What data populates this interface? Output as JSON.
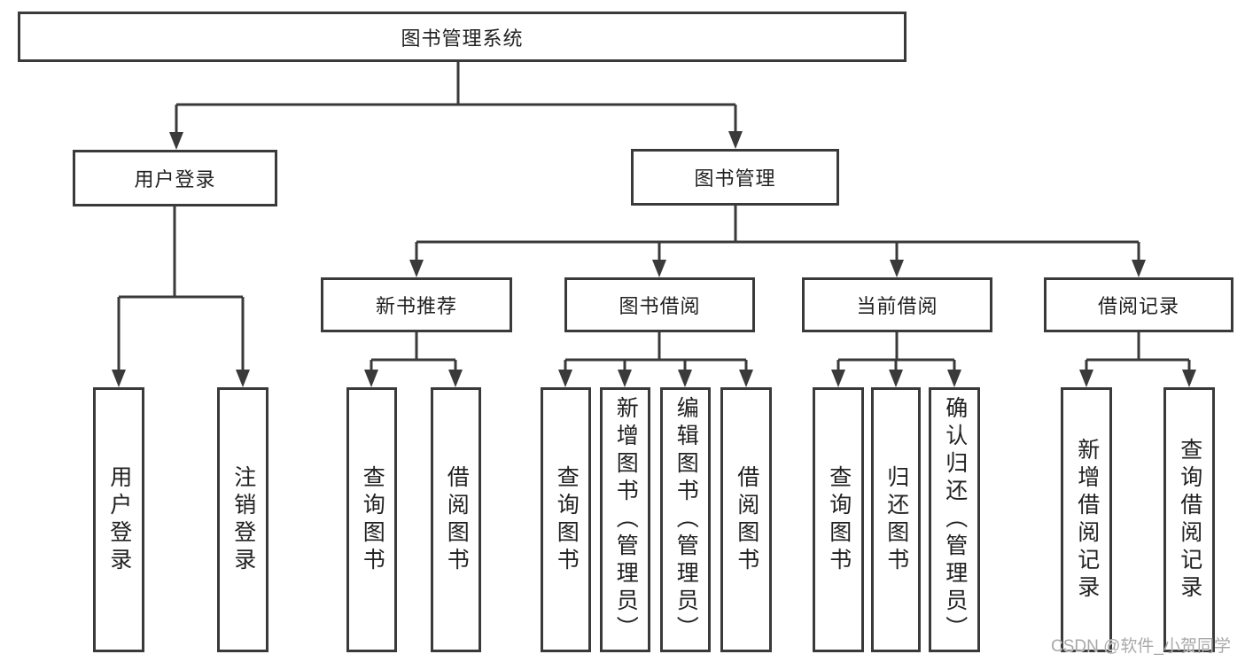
{
  "diagram": {
    "root": {
      "label": "图书管理系统"
    },
    "level2": [
      {
        "label": "用户登录"
      },
      {
        "label": "图书管理"
      }
    ],
    "level3": [
      {
        "label": "新书推荐"
      },
      {
        "label": "图书借阅"
      },
      {
        "label": "当前借阅"
      },
      {
        "label": "借阅记录"
      }
    ],
    "leaves": [
      {
        "label": "用户登录"
      },
      {
        "label": "注销登录"
      },
      {
        "label": "查询图书"
      },
      {
        "label": "借阅图书"
      },
      {
        "label": "查询图书"
      },
      {
        "label": "新增图书（管理员）"
      },
      {
        "label": "编辑图书（管理员）"
      },
      {
        "label": "借阅图书"
      },
      {
        "label": "查询图书"
      },
      {
        "label": "归还图书"
      },
      {
        "label": "确认归还（管理员）"
      },
      {
        "label": "新增借阅记录"
      },
      {
        "label": "查询借阅记录"
      }
    ]
  },
  "watermark": "CSDN @软件_小贺同学",
  "colors": {
    "line": "#3a3a3a",
    "text": "#212121",
    "background": "#ffffff",
    "watermark": "#a9a9a9"
  }
}
